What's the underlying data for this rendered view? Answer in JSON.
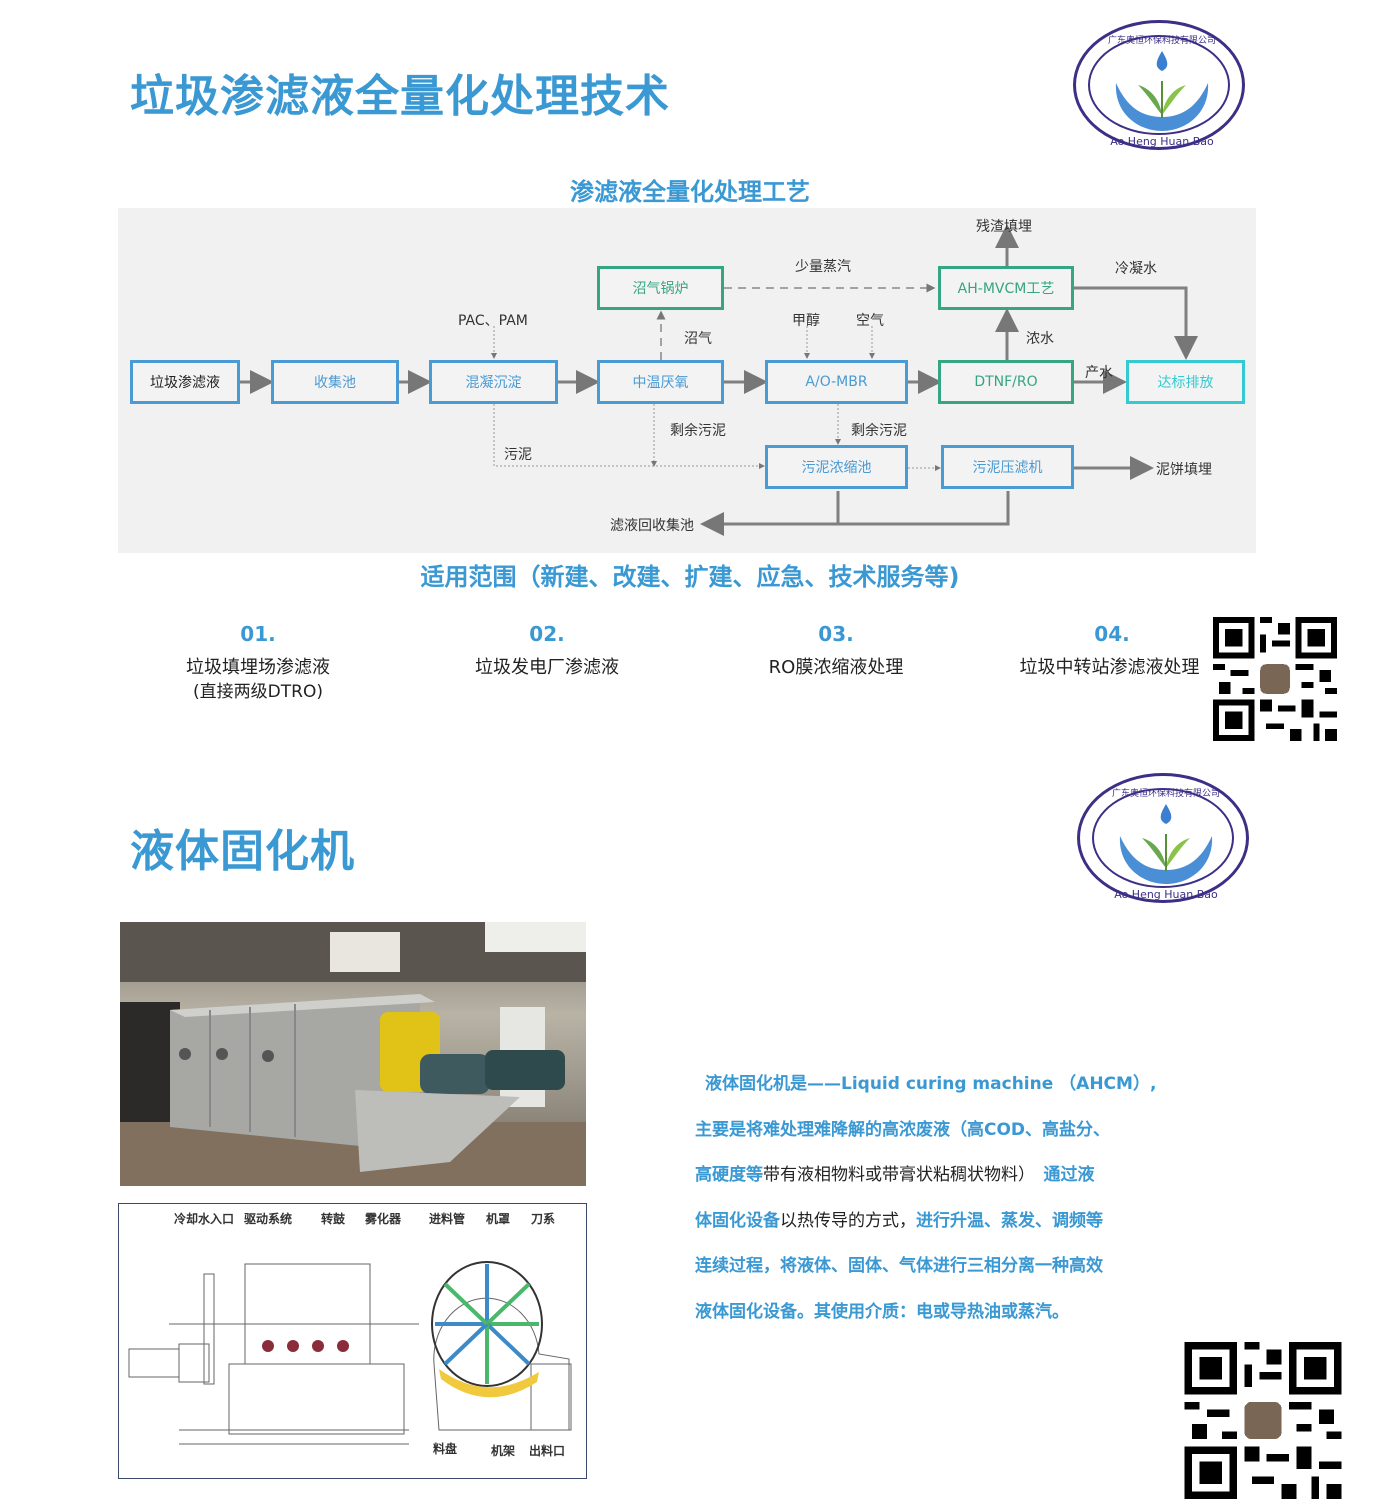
{
  "section1": {
    "title": "垃圾渗滤液全量化处理技术",
    "logo": {
      "company_cn": "广东奥恒环保科技有限公司",
      "company_en": "Ao Heng Huan Bao",
      "icon": "hands-leaf-water-drop-logo"
    },
    "process_title": "渗滤液全量化处理工艺",
    "flow": {
      "boxes": {
        "leachate": "垃圾渗滤液",
        "collection_pool": "收集池",
        "coagulation": "混凝沉淀",
        "anaerobic": "中温厌氧",
        "ao_mbr": "A/O-MBR",
        "dtnf_ro": "DTNF/RO",
        "discharge": "达标排放",
        "biogas_boiler": "沼气锅炉",
        "ah_mvcm": "AH-MVCM工艺",
        "sludge_thickener": "污泥浓缩池",
        "filter_press": "污泥压滤机"
      },
      "labels": {
        "pac_pam": "PAC、PAM",
        "biogas": "沼气",
        "little_steam": "少量蒸汽",
        "methanol": "甲醇",
        "air": "空气",
        "residue_landfill": "残渣填埋",
        "condensate": "冷凝水",
        "concentrate": "浓水",
        "product_water": "产水",
        "excess_sludge_1": "剩余污泥",
        "excess_sludge_2": "剩余污泥",
        "sludge": "污泥",
        "cake_landfill": "泥饼填埋",
        "filtrate_return": "滤液回收集池"
      }
    },
    "scope_title": "适用范围（新建、改建、扩建、应急、技术服务等)",
    "scope_items": [
      {
        "num": "01.",
        "line1": "垃圾填埋场渗滤液",
        "line2": "(直接两级DTRO)"
      },
      {
        "num": "02.",
        "line1": "垃圾发电厂渗滤液",
        "line2": ""
      },
      {
        "num": "03.",
        "line1": "RO膜浓缩液处理",
        "line2": ""
      },
      {
        "num": "04.",
        "line1": "垃圾中转站渗滤液处理",
        "line2": ""
      }
    ],
    "qr_icon": "wechat-qr-code"
  },
  "section2": {
    "title": "液体固化机",
    "logo": {
      "company_cn": "广东奥恒环保科技有限公司",
      "company_en": "Ao Heng Huan Bao"
    },
    "photo_alt": "液体固化机设备照片",
    "diagram_labels": {
      "top": [
        "冷却水入口",
        "驱动系统",
        "转鼓",
        "雾化器",
        "进料管",
        "机罩",
        "刀系"
      ],
      "bottom": [
        "料盘",
        "机架",
        "出料口"
      ]
    },
    "description": [
      [
        {
          "t": "液体固化机是——Liquid curing machine （AHCM）,",
          "s": "b"
        }
      ],
      [
        {
          "t": "主要是将难处理难降解的高浓废液（高COD、高盐分、",
          "s": "b"
        }
      ],
      [
        {
          "t": "高硬度等",
          "s": "b"
        },
        {
          "t": "带有液相物料或带膏状粘稠状物料）",
          "s": "n"
        },
        {
          "t": "　通过液",
          "s": "b"
        }
      ],
      [
        {
          "t": "体固化设备",
          "s": "b"
        },
        {
          "t": "以热传导的方式，",
          "s": "n"
        },
        {
          "t": "进行升温、蒸发、调频等",
          "s": "b"
        }
      ],
      [
        {
          "t": "连续过程，将液体、固体、气体进行三相分离一种高效",
          "s": "b"
        }
      ],
      [
        {
          "t": "液体固化设备。其使用介质：电或导热油或蒸汽。",
          "s": "b"
        }
      ]
    ],
    "qr_icon": "wechat-qr-code"
  },
  "colors": {
    "accent_blue": "#3a98d3",
    "box_blue": "#4a9ad3",
    "box_green": "#35a583",
    "box_cyan": "#35c9d1",
    "logo_purple": "#3b2f86",
    "flow_bg": "#f1f1f1"
  }
}
